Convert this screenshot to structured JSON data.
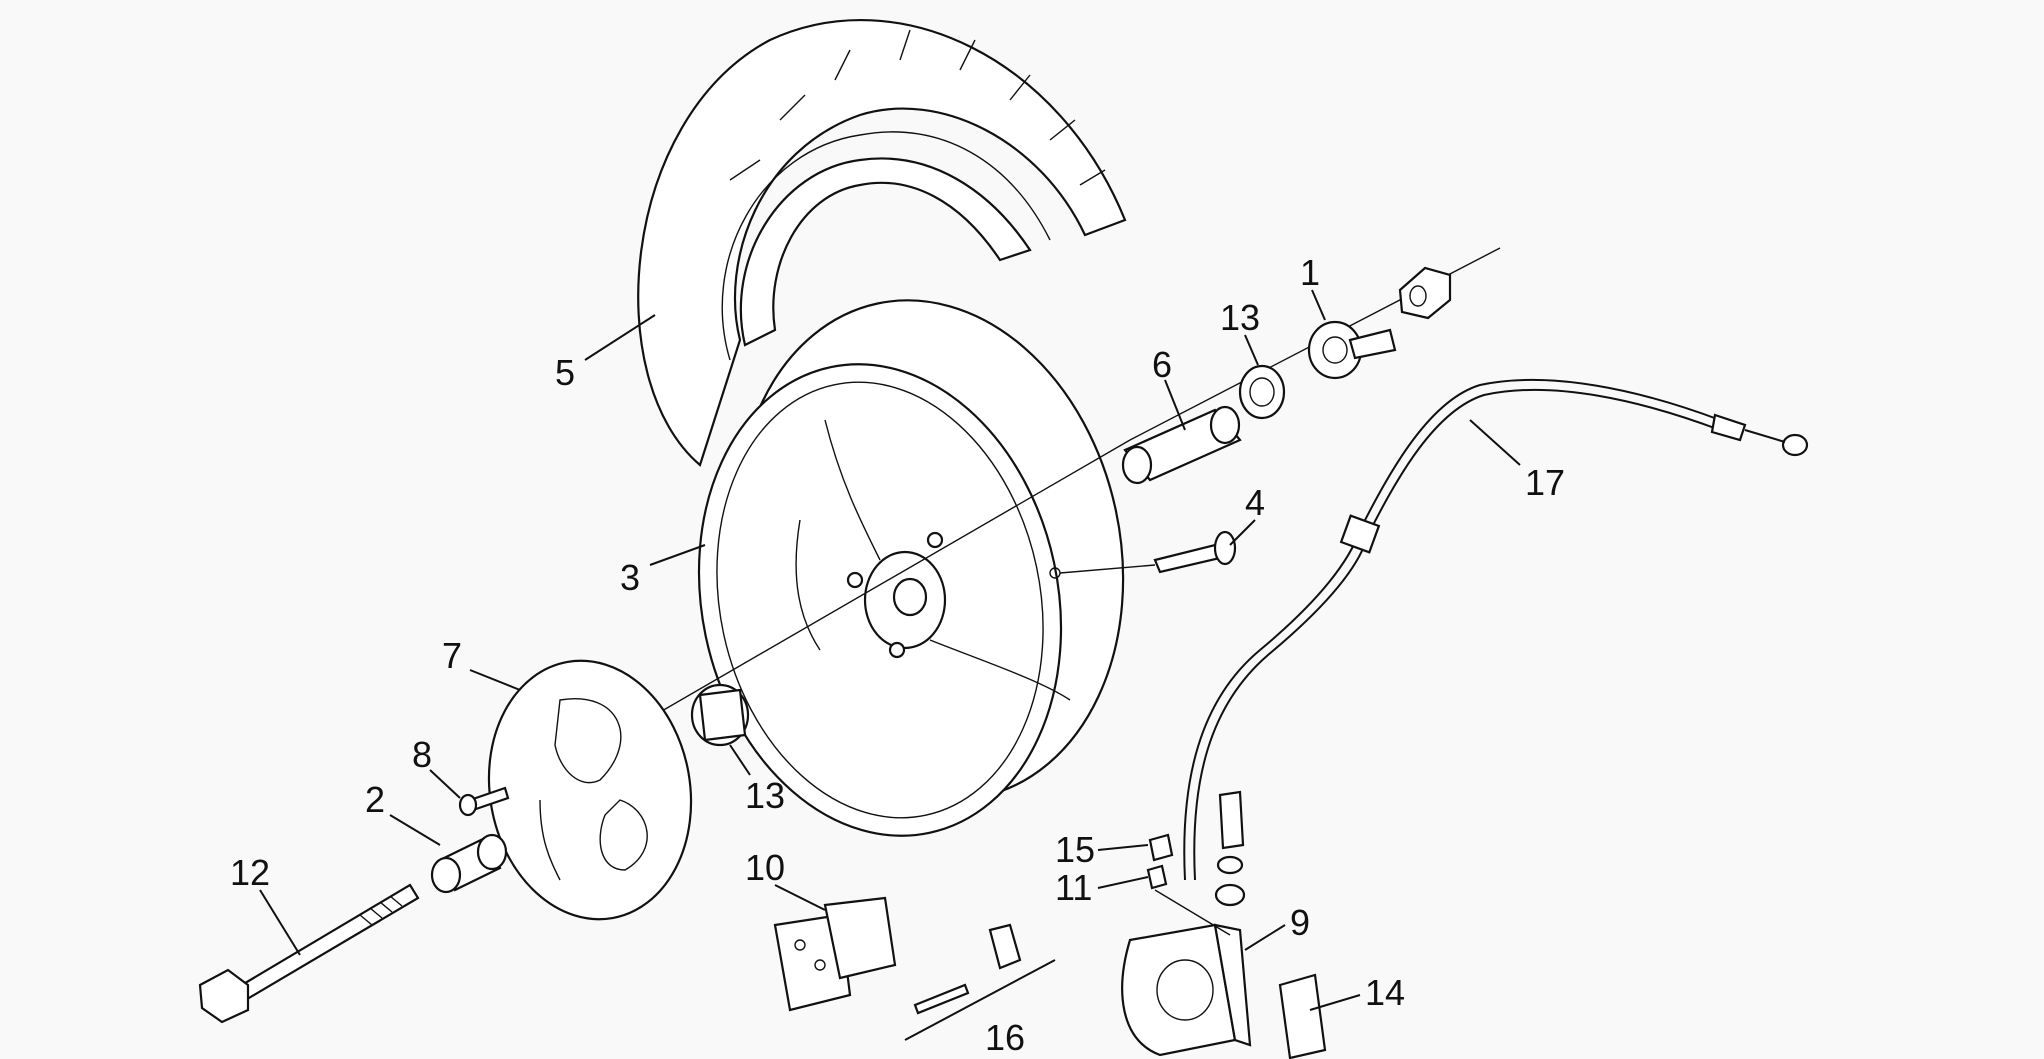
{
  "diagram": {
    "callouts": {
      "c1": "1",
      "c2": "2",
      "c3": "3",
      "c4": "4",
      "c5": "5",
      "c6": "6",
      "c7": "7",
      "c8": "8",
      "c9": "9",
      "c10": "10",
      "c11": "11",
      "c12": "12",
      "c13a": "13",
      "c13b": "13",
      "c14": "14",
      "c15": "15",
      "c16": "16",
      "c17": "17"
    },
    "colors": {
      "background": "#f9f9f9",
      "ink": "#111111",
      "fill": "#ffffff"
    }
  }
}
